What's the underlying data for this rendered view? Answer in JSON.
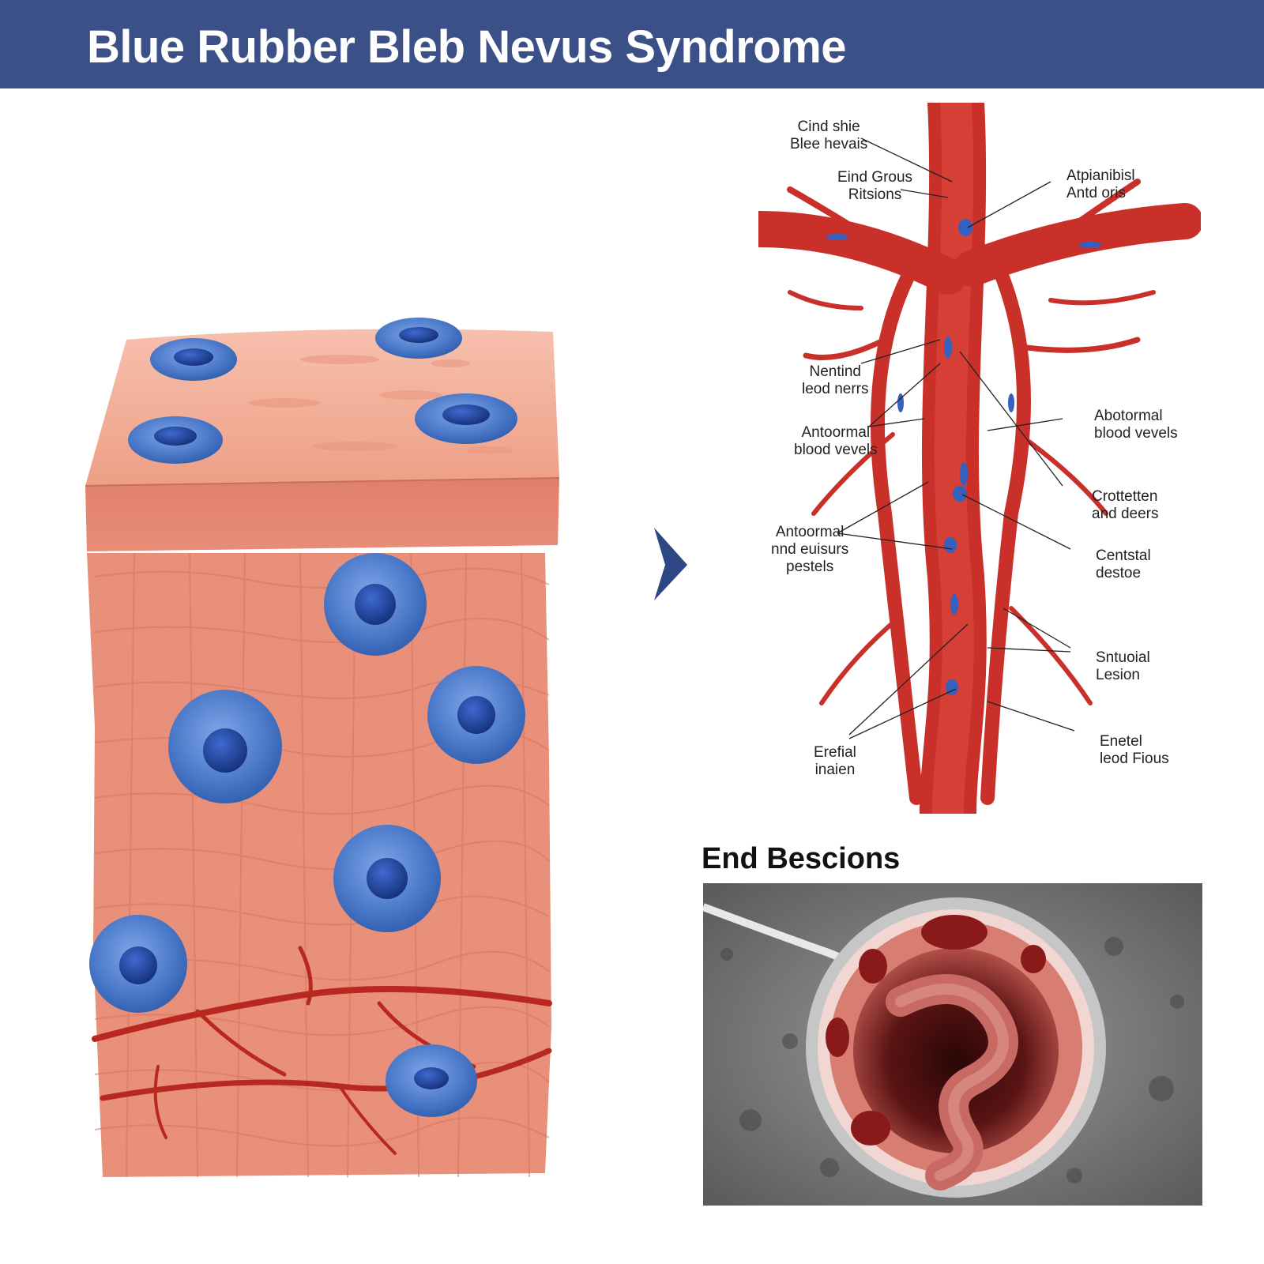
{
  "header": {
    "title": "Blue Rubber Bleb Nevus Syndrome",
    "bar_color": "#3b5087"
  },
  "vessel_diagram": {
    "labels": [
      "Cind shie\nBlee hevais",
      "Eind Grous\nRitsions",
      "Atpianibisl\nAntd oris",
      "Nentind\nleod nerrs",
      "Antoormal\nblood vevels",
      "Abotormal\nblood vevels",
      "Crottetten\nand deers",
      "Antoormal\nnnd euisurs\npestels",
      "Centstal\ndestoe",
      "Sntuoial\nLesion",
      "Erefial\ninaien",
      "Enetel\nleod Fious"
    ]
  },
  "endoscopy": {
    "heading": "End Bescions"
  },
  "colors": {
    "skin": "#e8907a",
    "skin_top": "#f2b09b",
    "lesion_blue": "#4a78c8",
    "lesion_dark": "#1c3f8e",
    "vessel_red": "#d0352f"
  }
}
